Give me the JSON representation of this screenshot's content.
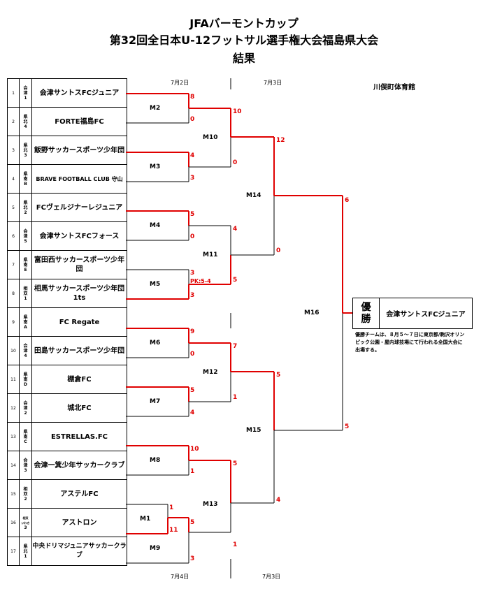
{
  "header": {
    "title1": "JFAバーモントカップ",
    "title2": "第32回全日本U-12フットサル選手権大会福島県大会",
    "title3": "結果"
  },
  "venue": "川俣町体育館",
  "dates": {
    "d1": "7月2日",
    "d2": "7月3日",
    "d3": "7月4日",
    "d4": "7月3日"
  },
  "teams": [
    {
      "num": "1",
      "region": [
        "会",
        "津",
        "1"
      ],
      "name": "会津サントスFCジュニア"
    },
    {
      "num": "2",
      "region": [
        "県",
        "北",
        "4"
      ],
      "name": "FORTE福島FC"
    },
    {
      "num": "3",
      "region": [
        "県",
        "北",
        "3"
      ],
      "name": "飯野サッカースポーツ少年団"
    },
    {
      "num": "4",
      "region": [
        "県",
        "南",
        "B"
      ],
      "name": "BRAVE FOOTBALL CLUB 守山"
    },
    {
      "num": "5",
      "region": [
        "県",
        "北",
        "2"
      ],
      "name": "FCヴェルジナーレジュニア"
    },
    {
      "num": "6",
      "region": [
        "会",
        "津",
        "5"
      ],
      "name": "会津サントスFCフォース"
    },
    {
      "num": "7",
      "region": [
        "県",
        "南",
        "E"
      ],
      "name": "富田西サッカースポーツ少年団"
    },
    {
      "num": "8",
      "region": [
        "相",
        "双",
        "1"
      ],
      "name": "相馬サッカースポーツ少年団1ts"
    },
    {
      "num": "9",
      "region": [
        "県",
        "南",
        "A"
      ],
      "name": "FC Regate"
    },
    {
      "num": "10",
      "region": [
        "会",
        "津",
        "4"
      ],
      "name": "田島サッカースポーツ少年団"
    },
    {
      "num": "11",
      "region": [
        "県",
        "南",
        "D"
      ],
      "name": "棚倉FC"
    },
    {
      "num": "12",
      "region": [
        "会",
        "津",
        "2"
      ],
      "name": "城北FC"
    },
    {
      "num": "13",
      "region": [
        "県",
        "南",
        "C"
      ],
      "name": "ESTRELLAS.FC"
    },
    {
      "num": "14",
      "region": [
        "会",
        "津",
        "3"
      ],
      "name": "会津一箕少年サッカークラブ"
    },
    {
      "num": "15",
      "region": [
        "相",
        "双",
        "2"
      ],
      "name": "アステルFC"
    },
    {
      "num": "16",
      "region": [
        "相双",
        "いわき",
        "3"
      ],
      "name": "アストロン"
    },
    {
      "num": "17",
      "region": [
        "県",
        "北",
        "1"
      ],
      "name": "中央ドリマジュニアサッカークラブ"
    }
  ],
  "matches": [
    "M1",
    "M2",
    "M3",
    "M4",
    "M5",
    "M6",
    "M7",
    "M8",
    "M9",
    "M10",
    "M11",
    "M12",
    "M13",
    "M14",
    "M15",
    "M16"
  ],
  "scores": {
    "m2": [
      "8",
      "0"
    ],
    "m3": [
      "4",
      "3"
    ],
    "m4": [
      "5",
      "0"
    ],
    "m5": [
      "3",
      "3"
    ],
    "m5_pk": "PK:5-4",
    "m6": [
      "9",
      "0"
    ],
    "m7": [
      "5",
      "4"
    ],
    "m8": [
      "10",
      "1"
    ],
    "m1": [
      "1",
      "11"
    ],
    "m9": [
      "5",
      "3"
    ],
    "m10": [
      "10",
      "0"
    ],
    "m11": [
      "4",
      "5"
    ],
    "m12": [
      "7",
      "1"
    ],
    "m13": [
      "5",
      "1"
    ],
    "m14": [
      "12",
      "0"
    ],
    "m15": [
      "5",
      "4"
    ],
    "m16": [
      "6",
      "5"
    ]
  },
  "winner": {
    "label": "優\n勝",
    "label_top": "優",
    "label_bottom": "勝",
    "team": "会津サントスFCジュニア"
  },
  "note": "優勝チームは、８月５〜７日に東京都/駒沢オリンピック公園・屋内球技場にて行われる全国大会に出場する。",
  "colors": {
    "win_line": "#e00000",
    "line": "#000000",
    "score": "#e00000"
  }
}
